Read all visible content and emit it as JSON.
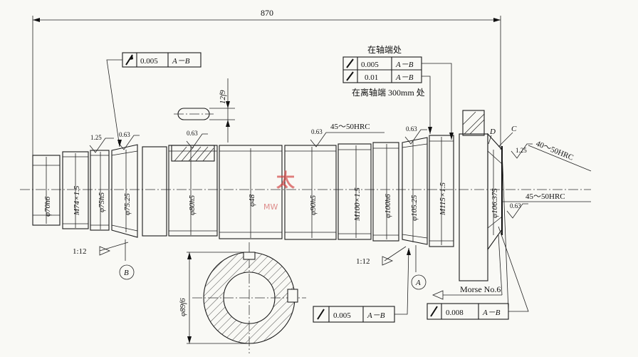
{
  "overall_length": "870",
  "diameters": {
    "d70": "φ70h6",
    "m74": "M74×1.5",
    "d75h5": "φ75h5",
    "d7525": "φ75.25",
    "d80": "φ80h5",
    "d48": "φ48",
    "d90": "φ90h5",
    "m100": "M100×1.5",
    "d100": "φ100h6",
    "d10525": "φ105.25",
    "m115": "M115×1.5",
    "d106": "φ106.375",
    "d89": "φ89f6"
  },
  "keyway": "12f9",
  "roughness": {
    "r125a": "1.25",
    "r063a": "0.63",
    "r063b": "0.63",
    "r063c": "0.63",
    "r063d": "0.63",
    "r125b": "1.25",
    "r063e": "0.63"
  },
  "hardness": {
    "h1": "45～50HRC",
    "h2": "40～50HRC",
    "h3": "45～50HRC"
  },
  "tolerances": {
    "runout_left": {
      "value": "0.005",
      "datum": "A－B"
    },
    "runout_top_1": {
      "value": "0.005",
      "datum": "A－B"
    },
    "runout_top_2": {
      "value": "0.01",
      "datum": "A－B"
    },
    "runout_bottom": {
      "value": "0.005",
      "datum": "A－B"
    },
    "runout_morse": {
      "value": "0.008",
      "datum": "A－B"
    }
  },
  "notes": {
    "at_shaft_end": "在轴端处",
    "at_300mm": "在离轴端 300mm 处",
    "morse": "Morse No.6"
  },
  "tapers": {
    "left": "1:12",
    "right": "1:12"
  },
  "datums": {
    "a": "A",
    "b": "B"
  },
  "labels": {
    "c": "C",
    "d": "D"
  },
  "watermark": {
    "main": "太",
    "sub": "MW"
  }
}
